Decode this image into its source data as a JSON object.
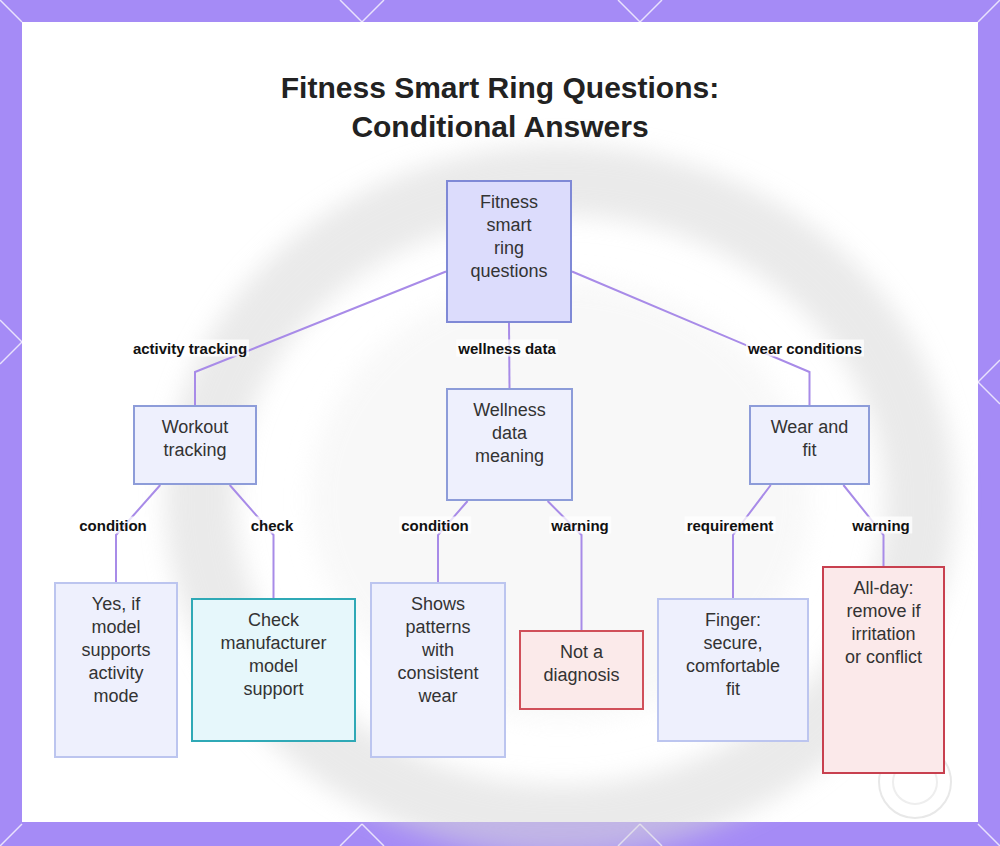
{
  "diagram": {
    "title": "Fitness Smart Ring Questions: Conditional Answers",
    "nodes": [
      {
        "text": [
          "Fitness smart ring questions"
        ]
      },
      {
        "text": [
          "Workout tracking"
        ]
      },
      {
        "text": [
          "Wellness data meaning"
        ]
      },
      {
        "text": [
          "Wear and fit"
        ]
      },
      {
        "text": [
          "Yes, if model supports activity mode"
        ]
      },
      {
        "text": [
          "Check manufacturer model support"
        ]
      },
      {
        "text": [
          "Shows patterns with consistent wear"
        ]
      },
      {
        "text": [
          "Not a diagnosis"
        ]
      },
      {
        "text": [
          "Finger: secure, comfortable fit"
        ]
      },
      {
        "text": [
          "All-day: remove if irritation or conflict"
        ]
      }
    ],
    "edges": [
      {
        "from": 0,
        "to": 1,
        "arrow": "none",
        "label": "activity tracking"
      },
      {
        "from": 0,
        "to": 2,
        "arrow": "none",
        "label": "wellness data"
      },
      {
        "from": 0,
        "to": 3,
        "arrow": "none",
        "label": "wear conditions"
      },
      {
        "from": 1,
        "to": 4,
        "arrow": "none",
        "label": "condition"
      },
      {
        "from": 1,
        "to": 5,
        "arrow": "none",
        "label": "check"
      },
      {
        "from": 2,
        "to": 6,
        "arrow": "none",
        "label": "condition"
      },
      {
        "from": 2,
        "to": 7,
        "arrow": "none",
        "label": "warning"
      },
      {
        "from": 3,
        "to": 8,
        "arrow": "none",
        "label": "requirement"
      },
      {
        "from": 3,
        "to": 9,
        "arrow": "none",
        "label": "warning"
      }
    ]
  }
}
